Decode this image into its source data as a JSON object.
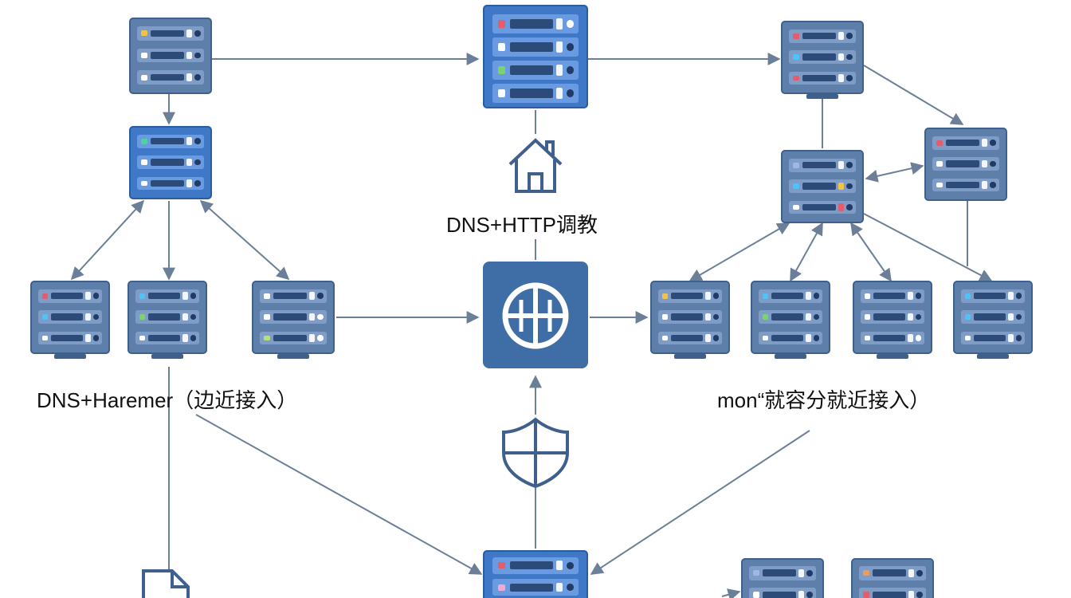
{
  "labels": {
    "dns_http": "DNS+HTTP调教",
    "dns_haremer": "DNS+Haremer（边近接入）",
    "mon": "mon“就容分就近接入）"
  },
  "icons": {
    "house": "house-icon",
    "globe": "globe-router-icon",
    "shield": "shield-icon",
    "document": "document-icon"
  },
  "colors": {
    "connector": "#6c7f99",
    "server": "#5f7fab",
    "server_highlight": "#3f78c6",
    "router": "#3f6ea7"
  }
}
